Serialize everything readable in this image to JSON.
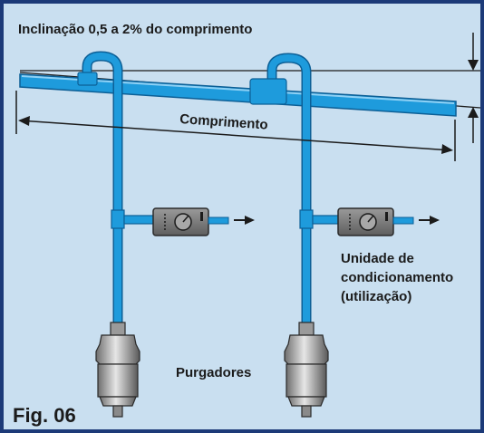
{
  "figure": {
    "slope_label": "Inclinação 0,5 a 2% do comprimento",
    "length_label": "Comprimento",
    "unit_label_line1": "Unidade de",
    "unit_label_line2": "condicionamento",
    "unit_label_line3": "(utilização)",
    "drains_label": "Purgadores",
    "fig_label": "Fig. 06"
  },
  "colors": {
    "background": "#c9dff0",
    "frame": "#1c3a78",
    "pipe": "#1e9bdc",
    "pipe_dark": "#0c5f96",
    "dark_line": "#1b1b1b",
    "unit_body": "#7b7b7b",
    "drain_body": "#b8b8b8"
  },
  "icons": [
    "arrow-right-icon",
    "arrow-down-icon",
    "arrow-up-icon",
    "dial-icon"
  ]
}
